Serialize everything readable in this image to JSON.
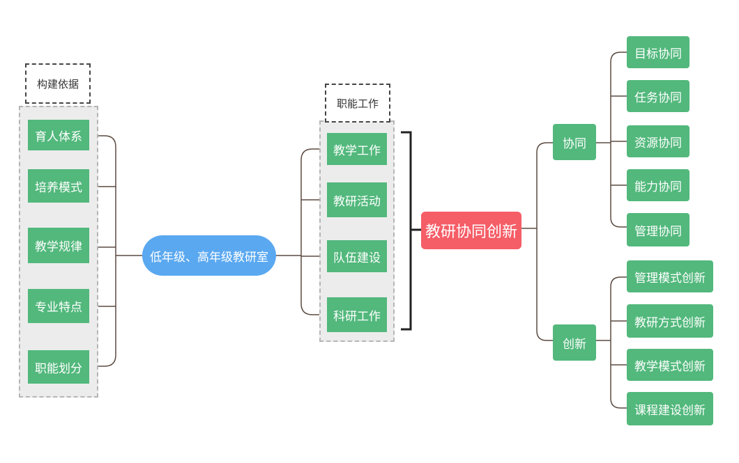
{
  "colors": {
    "green": "#52b87c",
    "blue": "#5aa8f0",
    "red": "#f55d67",
    "line": "#5a4a40",
    "group_bg": "#ececec"
  },
  "left_group": {
    "label": "构建依据",
    "items": [
      "育人体系",
      "培养模式",
      "教学规律",
      "专业特点",
      "职能划分"
    ]
  },
  "root": "低年级、高年级教研室",
  "middle_group": {
    "label": "职能工作",
    "items": [
      "教学工作",
      "教研活动",
      "队伍建设",
      "科研工作"
    ]
  },
  "center": "教研协同创新",
  "branches": [
    {
      "label": "协同",
      "items": [
        "目标协同",
        "任务协同",
        "资源协同",
        "能力协同",
        "管理协同"
      ]
    },
    {
      "label": "创新",
      "items": [
        "管理模式创新",
        "教研方式创新",
        "教学模式创新",
        "课程建设创新"
      ]
    }
  ]
}
